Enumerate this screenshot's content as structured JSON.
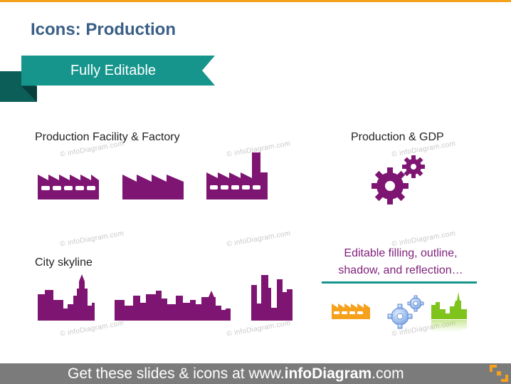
{
  "title": "Icons: Production",
  "ribbon": {
    "label": "Fully Editable"
  },
  "sections": {
    "factory_label": "Production Facility & Factory",
    "gdp_label": "Production & GDP",
    "skyline_label": "City skyline"
  },
  "editable_note": {
    "line1": "Editable filling, outline,",
    "line2": "shadow, and reflection…"
  },
  "watermark": "© infoDiagram.com",
  "footer": {
    "prefix": "Get these slides & icons at www.",
    "brand": "infoDiagram",
    "suffix": ".com"
  },
  "colors": {
    "accent": "#16958c",
    "accent_dark": "#0c5e59",
    "icon": "#7f1572",
    "title": "#3a5f86",
    "orange": "#f5a11c",
    "footer_bg": "#7b7b7b"
  },
  "icons": [
    "factory-icon",
    "factory-icon",
    "factory-chimney-icon",
    "gears-icon",
    "city-skyline-icon",
    "city-skyline-icon",
    "city-skyline-icon",
    "orange-factory-icon",
    "blue-gears-icon",
    "green-skyline-icon",
    "infodiagram-logo-icon"
  ]
}
